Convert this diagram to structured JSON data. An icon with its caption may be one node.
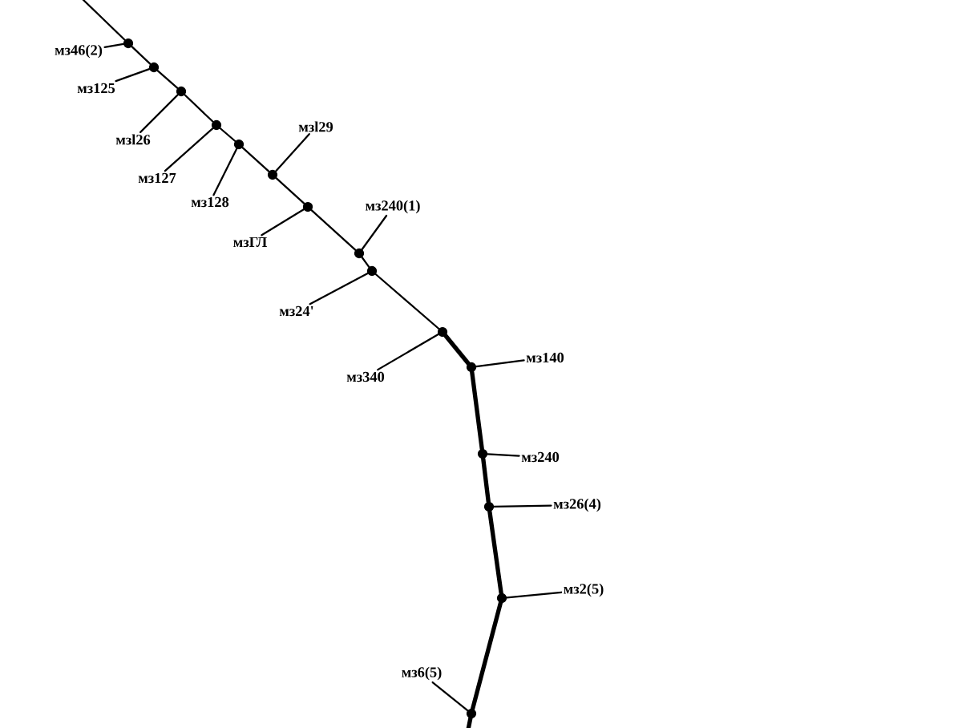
{
  "diagram": {
    "nodes": [
      {
        "text": [
          "мз46(2)"
        ]
      },
      {
        "text": [],
        "shape": "circle"
      },
      {
        "text": [
          "мз125"
        ]
      },
      {
        "text": [],
        "shape": "circle"
      },
      {
        "text": [
          "мзl26"
        ]
      },
      {
        "text": [],
        "shape": "circle"
      },
      {
        "text": [
          "мз127"
        ]
      },
      {
        "text": [],
        "shape": "circle"
      },
      {
        "text": [
          "мз128"
        ]
      },
      {
        "text": [],
        "shape": "circle"
      },
      {
        "text": [
          "мзl29"
        ]
      },
      {
        "text": [],
        "shape": "circle"
      },
      {
        "text": [
          "мзГЛ"
        ]
      },
      {
        "text": [],
        "shape": "circle"
      },
      {
        "text": [
          "мз240(1)"
        ]
      },
      {
        "text": [],
        "shape": "circle"
      },
      {
        "text": [
          "мз24'"
        ]
      },
      {
        "text": [],
        "shape": "circle"
      },
      {
        "text": [
          "мз340"
        ]
      },
      {
        "text": [],
        "shape": "circle"
      },
      {
        "text": [
          "мз140"
        ]
      },
      {
        "text": [],
        "shape": "circle"
      },
      {
        "text": [
          "мз240"
        ]
      },
      {
        "text": [],
        "shape": "circle"
      },
      {
        "text": [
          "мз26(4)"
        ]
      },
      {
        "text": [],
        "shape": "circle"
      },
      {
        "text": [
          "мз2(5)"
        ]
      },
      {
        "text": [],
        "shape": "circle"
      },
      {
        "text": [
          "мз6(5)"
        ]
      },
      {
        "text": [],
        "shape": "circle"
      }
    ],
    "edges": [
      {
        "from": null,
        "to": 1,
        "arrow": "none"
      },
      {
        "from": 1,
        "to": 3,
        "arrow": "none"
      },
      {
        "from": 3,
        "to": 5,
        "arrow": "none"
      },
      {
        "from": 5,
        "to": 7,
        "arrow": "none"
      },
      {
        "from": 7,
        "to": 9,
        "arrow": "none"
      },
      {
        "from": 9,
        "to": 11,
        "arrow": "none"
      },
      {
        "from": 11,
        "to": 13,
        "arrow": "none"
      },
      {
        "from": 13,
        "to": 15,
        "arrow": "none"
      },
      {
        "from": 15,
        "to": 17,
        "arrow": "none"
      },
      {
        "from": 17,
        "to": 19,
        "arrow": "none"
      },
      {
        "from": 19,
        "to": 21,
        "arrow": "none",
        "style": "thick"
      },
      {
        "from": 21,
        "to": 23,
        "arrow": "none",
        "style": "thick"
      },
      {
        "from": 23,
        "to": 25,
        "arrow": "none",
        "style": "thick"
      },
      {
        "from": 25,
        "to": 27,
        "arrow": "none",
        "style": "thick"
      },
      {
        "from": 27,
        "to": 29,
        "arrow": "none",
        "style": "thick"
      },
      {
        "from": 29,
        "to": null,
        "arrow": "none",
        "style": "thick"
      },
      {
        "from": 0,
        "to": 1,
        "arrow": "none"
      },
      {
        "from": 2,
        "to": 3,
        "arrow": "none"
      },
      {
        "from": 4,
        "to": 5,
        "arrow": "none"
      },
      {
        "from": 6,
        "to": 7,
        "arrow": "none"
      },
      {
        "from": 8,
        "to": 9,
        "arrow": "none"
      },
      {
        "from": 10,
        "to": 11,
        "arrow": "none"
      },
      {
        "from": 12,
        "to": 13,
        "arrow": "none"
      },
      {
        "from": 14,
        "to": 15,
        "arrow": "none"
      },
      {
        "from": 16,
        "to": 17,
        "arrow": "none"
      },
      {
        "from": 18,
        "to": 19,
        "arrow": "none"
      },
      {
        "from": 20,
        "to": 21,
        "arrow": "none"
      },
      {
        "from": 22,
        "to": 23,
        "arrow": "none"
      },
      {
        "from": 24,
        "to": 25,
        "arrow": "none"
      },
      {
        "from": 26,
        "to": 27,
        "arrow": "none"
      },
      {
        "from": 28,
        "to": 29,
        "arrow": "none"
      }
    ]
  }
}
